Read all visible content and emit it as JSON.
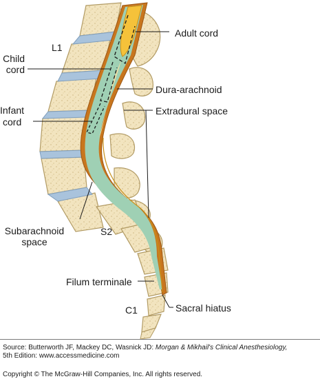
{
  "figure": {
    "labels": {
      "adult_cord": "Adult cord",
      "l1": "L1",
      "child_cord_1": "Child",
      "child_cord_2": "cord",
      "dura_arachnoid": "Dura-arachnoid",
      "infant_cord_1": "Infant",
      "infant_cord_2": "cord",
      "extradural_space": "Extradural space",
      "subarachnoid_space_1": "Subarachnoid",
      "subarachnoid_space_2": "space",
      "s2": "S2",
      "filum_terminale": "Filum terminale",
      "c1": "C1",
      "sacral_hiatus": "Sacral hiatus"
    },
    "colors": {
      "bone": "#f2e4bf",
      "bone_outline": "#b19a63",
      "disc": "#a9c3dc",
      "csf": "#9fd0b4",
      "dura": "#c8761e",
      "cord": "#f5c23a"
    }
  },
  "footer": {
    "source_prefix": "Source: Butterworth JF, Mackey DC, Wasnick JD: ",
    "source_title": "Morgan & Mikhail's Clinical Anesthesiology,",
    "source_suffix": "5th Edition: www.accessmedicine.com",
    "copyright": "Copyright © The McGraw-Hill Companies, Inc. All rights reserved."
  }
}
